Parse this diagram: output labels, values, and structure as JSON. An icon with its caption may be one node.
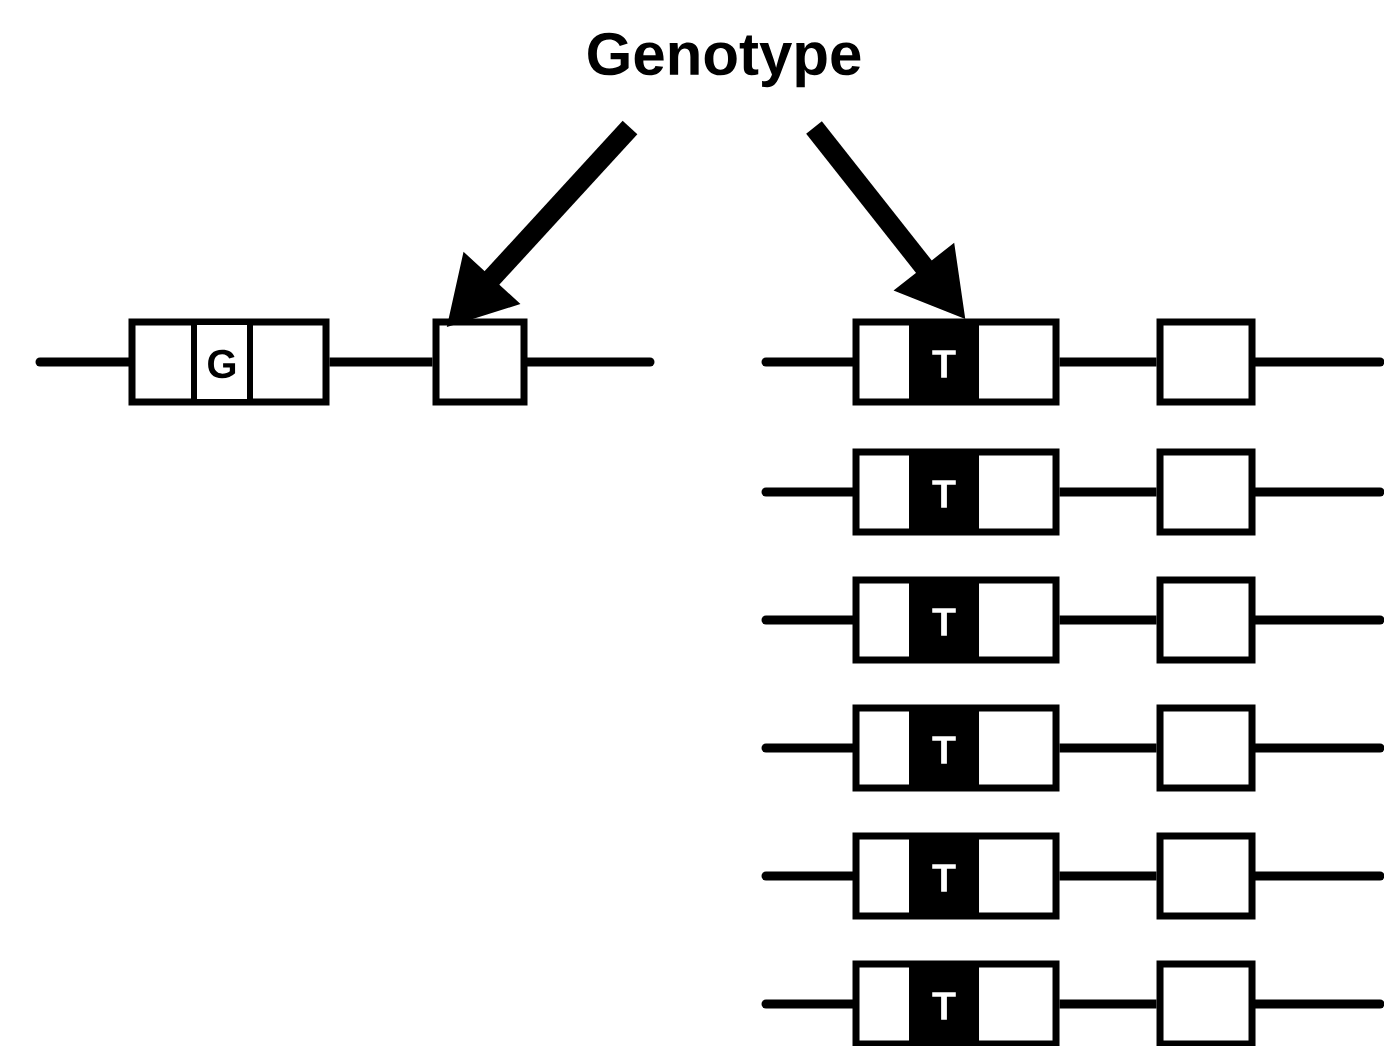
{
  "diagram": {
    "nodes": [
      {
        "text": [
          "Genotype"
        ]
      },
      {
        "text": [
          "G"
        ]
      },
      {
        "text": [],
        "shape": "box"
      },
      {
        "text": [
          "T"
        ]
      },
      {
        "text": [],
        "shape": "box"
      },
      {
        "text": [
          "T"
        ]
      },
      {
        "text": [],
        "shape": "box"
      },
      {
        "text": [
          "T"
        ]
      },
      {
        "text": [],
        "shape": "box"
      },
      {
        "text": [
          "T"
        ]
      },
      {
        "text": [],
        "shape": "box"
      },
      {
        "text": [
          "T"
        ]
      },
      {
        "text": [],
        "shape": "box"
      },
      {
        "text": [
          "T"
        ]
      },
      {
        "text": [],
        "shape": "box"
      }
    ],
    "edges": [
      {
        "from": 0,
        "to": 2,
        "arrow": "to",
        "style": "thick"
      },
      {
        "from": 0,
        "to": 3,
        "arrow": "to",
        "style": "thick"
      },
      {
        "from": 1,
        "to": 2,
        "arrow": "none"
      },
      {
        "from": 3,
        "to": 4,
        "arrow": "none"
      },
      {
        "from": 5,
        "to": 6,
        "arrow": "none"
      },
      {
        "from": 7,
        "to": 8,
        "arrow": "none"
      },
      {
        "from": 9,
        "to": 10,
        "arrow": "none"
      },
      {
        "from": 11,
        "to": 12,
        "arrow": "none"
      },
      {
        "from": 13,
        "to": 14,
        "arrow": "none"
      }
    ]
  }
}
